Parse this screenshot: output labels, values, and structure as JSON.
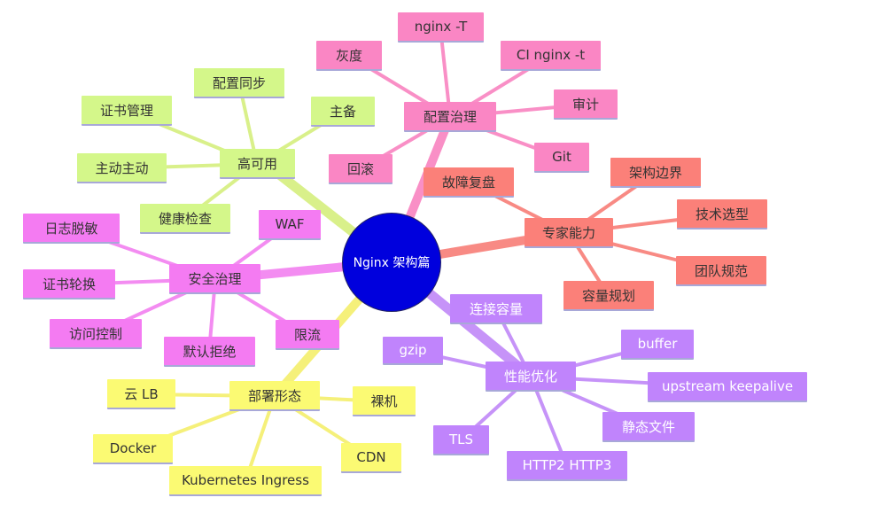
{
  "root": {
    "label": "Nginx 架构篇"
  },
  "branches": {
    "high_availability": {
      "label": "高可用",
      "color": "#d4f78a",
      "line_color": "#d9f08a",
      "children": [
        "配置同步",
        "证书管理",
        "主备",
        "主动主动",
        "健康检查"
      ]
    },
    "config_governance": {
      "label": "配置治理",
      "color": "#fa86c4",
      "line_color": "#f98fc6",
      "children": [
        "nginx -T",
        "灰度",
        "CI nginx -t",
        "审计",
        "回滚",
        "Git"
      ]
    },
    "expert_ability": {
      "label": "专家能力",
      "color": "#fb8079",
      "line_color": "#f88a84",
      "children": [
        "故障复盘",
        "架构边界",
        "技术选型",
        "团队规范",
        "容量规划"
      ]
    },
    "security_governance": {
      "label": "安全治理",
      "color": "#f47bf2",
      "line_color": "#f38cf1",
      "children": [
        "WAF",
        "日志脱敏",
        "证书轮换",
        "访问控制",
        "默认拒绝",
        "限流"
      ]
    },
    "performance": {
      "label": "性能优化",
      "color": "#c084fc",
      "line_color": "#c693f8",
      "children": [
        "连接容量",
        "gzip",
        "buffer",
        "upstream keepalive",
        "静态文件",
        "TLS",
        "HTTP2 HTTP3"
      ]
    },
    "deployment": {
      "label": "部署形态",
      "color": "#fbfa73",
      "line_color": "#f5f07a",
      "children": [
        "云 LB",
        "裸机",
        "Docker",
        "CDN",
        "Kubernetes Ingress"
      ]
    }
  }
}
